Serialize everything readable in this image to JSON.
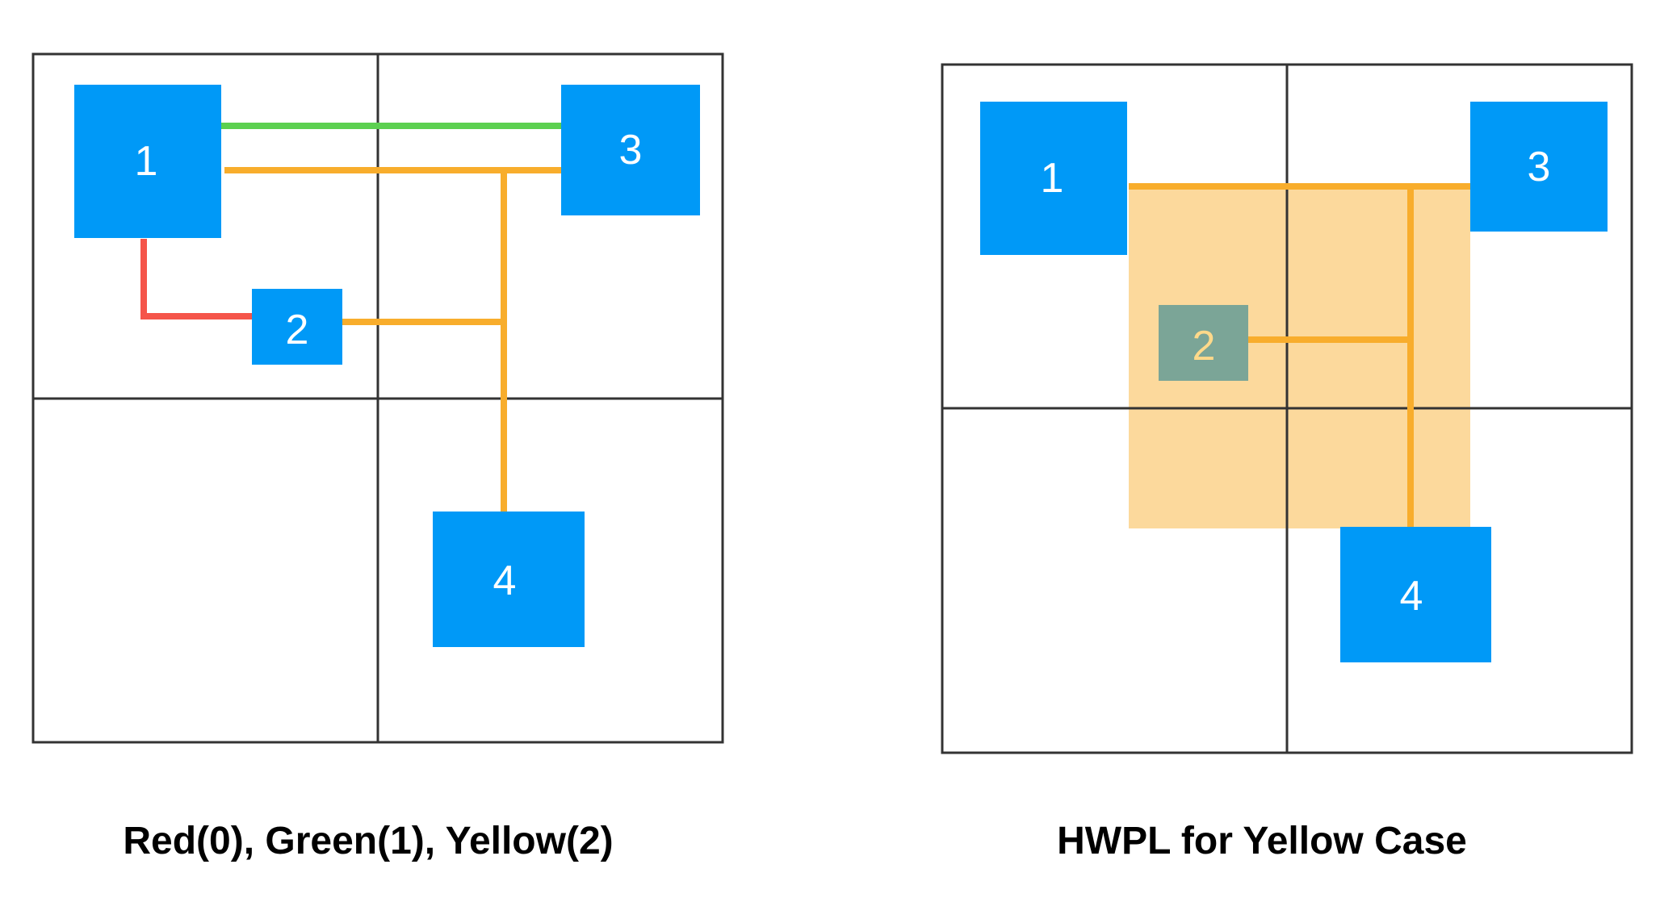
{
  "colors": {
    "node": "#0099f7",
    "node_faded": "#7ba597",
    "red": "#f5554a",
    "green": "#5cd050",
    "yellow": "#f8ad2c",
    "yellow_region": "#fcd99c",
    "grid": "#333333"
  },
  "left_panel": {
    "caption": "Red(0), Green(1), Yellow(2)",
    "nodes": [
      {
        "id": "node-1",
        "label": "1"
      },
      {
        "id": "node-2",
        "label": "2"
      },
      {
        "id": "node-3",
        "label": "3"
      },
      {
        "id": "node-4",
        "label": "4"
      }
    ]
  },
  "right_panel": {
    "caption": "HWPL for Yellow Case",
    "nodes": [
      {
        "id": "node-1",
        "label": "1"
      },
      {
        "id": "node-2",
        "label": "2"
      },
      {
        "id": "node-3",
        "label": "3"
      },
      {
        "id": "node-4",
        "label": "4"
      }
    ]
  }
}
